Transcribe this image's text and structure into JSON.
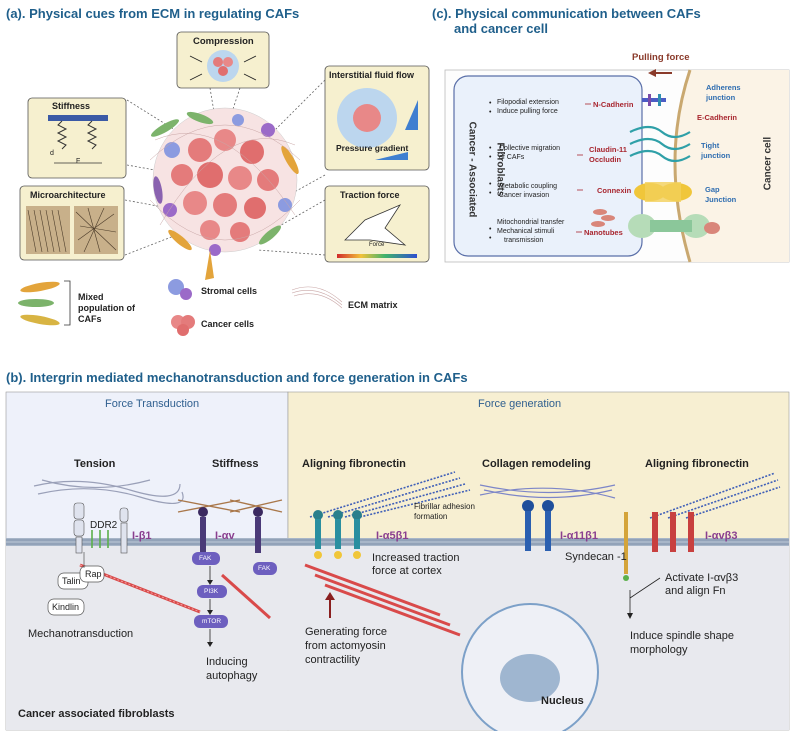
{
  "panel_a": {
    "title": "(a). Physical cues from ECM in regulating CAFs",
    "compression": "Compression",
    "stiffness": "Stiffness",
    "stiffness_d": "d",
    "stiffness_f": "F",
    "interstitial": "Interstitial fluid flow",
    "pressure_gradient": "Pressure gradient",
    "microarchitecture": "Microarchitecture",
    "traction_force": "Traction force",
    "force_label": "Force",
    "legend": {
      "mixed_1": "Mixed",
      "mixed_2": "population of",
      "mixed_3": "CAFs",
      "stromal": "Stromal cells",
      "cancer": "Cancer cells",
      "ecm": "ECM matrix"
    }
  },
  "panel_c": {
    "title_1": "(c). Physical communication between CAFs",
    "title_2": "and cancer cell",
    "pulling_force": "Pulling force",
    "caf_label_1": "Cancer - Associated",
    "caf_label_2": "Fibroblasts",
    "cancer_cell": "Cancer cell",
    "rows": [
      {
        "desc": [
          "Filopodial extension",
          "Induce pulling  force"
        ],
        "molecule": "N-Cadherin",
        "junction": [
          "Adherens",
          "junction"
        ],
        "partner": "E-Cadherin"
      },
      {
        "desc": [
          "Collective migration",
          "of CAFs"
        ],
        "molecule": "Claudin-11",
        "molecule2": "Occludin",
        "junction": [
          "Tight",
          "junction"
        ]
      },
      {
        "desc": [
          "Metabolic coupling",
          "Cancer invasion"
        ],
        "molecule": "Connexin",
        "junction": [
          "Gap",
          "Junction"
        ]
      },
      {
        "desc": [
          "Mitochondrial transfer",
          "Mechanical stimuli",
          "transmission"
        ],
        "molecule": "Nanotubes"
      }
    ]
  },
  "panel_b": {
    "title": "(b). Intergrin mediated mechanotransduction and force generation in CAFs",
    "force_transduction": "Force Transduction",
    "force_generation": "Force generation",
    "tension": "Tension",
    "stiffness": "Stiffness",
    "aligning_fn_1": "Aligning fibronectin",
    "collagen": "Collagen remodeling",
    "aligning_fn_2": "Aligning fibronectin",
    "ddr2": "DDR2",
    "i_b1": "I-β1",
    "i_av": "I-αv",
    "i_a5b1": "I-α5β1",
    "i_a11b1": "I-α11β1",
    "i_avb3": "I-αvβ3",
    "talin": "Talin",
    "rap": "Rap",
    "kindlin": "Kindlin",
    "mechano": "Mechanotransduction",
    "fak1": "FAK",
    "fak2": "FAK",
    "pi3k": "PI3K",
    "mtor": "mTOR",
    "inducing_1": "Inducing",
    "inducing_2": "autophagy",
    "fibrillar_1": "Fibrillar adhesion",
    "fibrillar_2": "formation",
    "increased_1": "Increased traction",
    "increased_2": "force at cortex",
    "generating_1": "Generating force",
    "generating_2": "from actomyosin",
    "generating_3": "contractility",
    "syndecan": "Syndecan -1",
    "activate_1": "Activate I-αvβ3",
    "activate_2": "and align Fn",
    "induce_1": "Induce spindle shape",
    "induce_2": "morphology",
    "nucleus": "Nucleus",
    "caf_footer": "Cancer associated fibroblasts"
  },
  "colors": {
    "title_blue": "#1f5f8b",
    "box_fill": "#f6f0cf",
    "transduction_bg": "#eef1fa",
    "generation_bg": "#f7efd2",
    "molecule_red": "#a8262f",
    "junction_blue": "#2f6db0",
    "integrin_purple": "#8a3f8f"
  }
}
